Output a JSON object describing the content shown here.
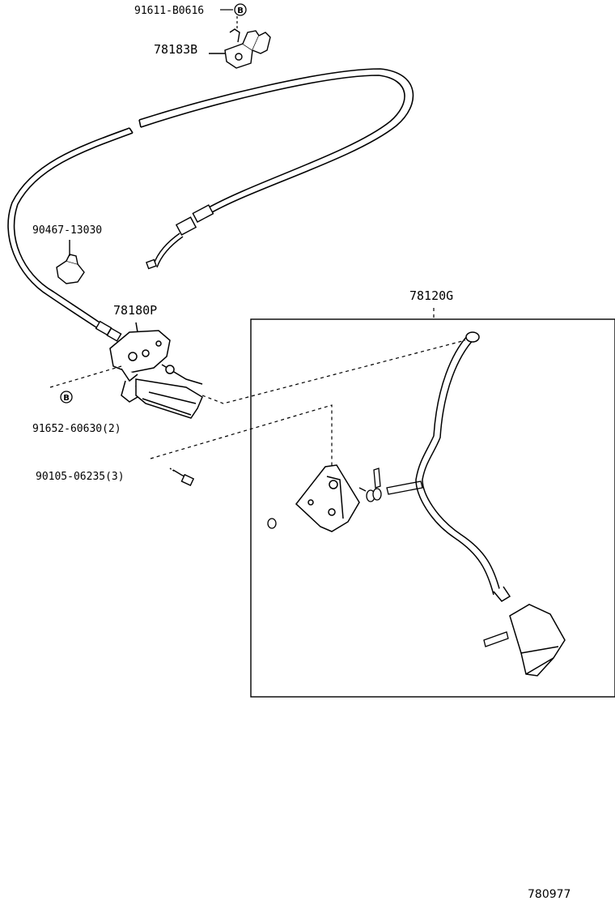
{
  "labels": {
    "bolt_top": "91611-B0616",
    "clamp": "78183B",
    "clip": "90467-13030",
    "pedal_bracket": "78180P",
    "pedal_assy": "78120G",
    "bolt_lower": "91652-60630(2)",
    "pin": "90105-06235(3)",
    "ref_no": "780977"
  },
  "markers": {
    "b_marker": "B"
  },
  "colors": {
    "ink": "#000000",
    "paper": "#ffffff"
  }
}
